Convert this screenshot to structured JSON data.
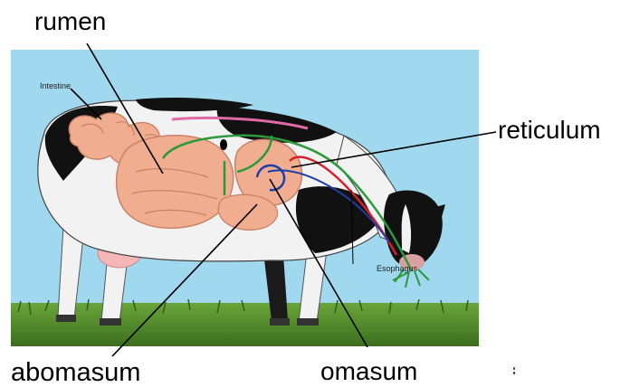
{
  "callouts": {
    "rumen": "rumen",
    "reticulum": "reticulum",
    "abomasum": "abomasum",
    "omasum": "omasum"
  },
  "inner_labels": {
    "intestine": "Intestine",
    "esophagus": "Esophagus"
  },
  "colors": {
    "sky": "#9fd8ef",
    "grass": "#4f8a2a",
    "organ": "#f0ad8f",
    "organ_outline": "#c98267",
    "green_path": "#2a9a3a",
    "red_path": "#d8202a",
    "blue_path": "#1f3fa8",
    "pink_path": "#e06aa8",
    "cow_black": "#111111",
    "cow_white": "#f2f2f2",
    "leader": "#000000"
  }
}
